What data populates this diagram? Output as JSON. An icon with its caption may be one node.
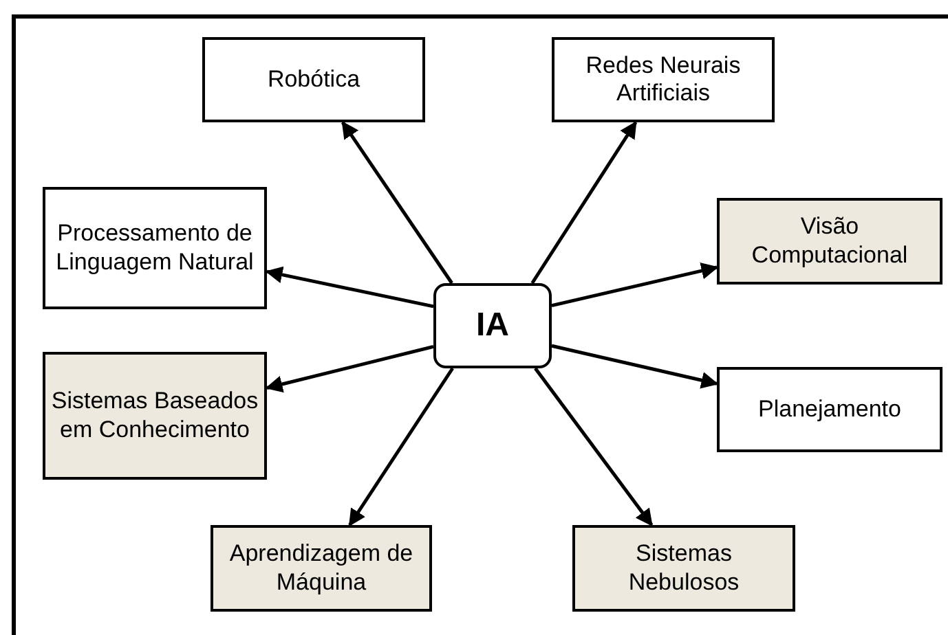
{
  "diagram": {
    "nodes": [
      {
        "text": [
          "Robótica"
        ]
      },
      {
        "text": [
          "Redes Neurais Artificiais"
        ]
      },
      {
        "text": [
          "Processamento de Linguagem Natural"
        ]
      },
      {
        "text": [
          "Visão Computacional"
        ]
      },
      {
        "text": [
          "IA"
        ]
      },
      {
        "text": [
          "Sistemas Baseados em Conhecimento"
        ]
      },
      {
        "text": [
          "Planejamento"
        ]
      },
      {
        "text": [
          "Aprendizagem de Máquina"
        ]
      },
      {
        "text": [
          "Sistemas Nebulosos"
        ]
      }
    ],
    "edges": [
      {
        "from": 4,
        "to": 0,
        "arrow": "to"
      },
      {
        "from": 4,
        "to": 1,
        "arrow": "to"
      },
      {
        "from": 4,
        "to": 2,
        "arrow": "to"
      },
      {
        "from": 4,
        "to": 3,
        "arrow": "to"
      },
      {
        "from": 4,
        "to": 5,
        "arrow": "to"
      },
      {
        "from": 4,
        "to": 6,
        "arrow": "to"
      },
      {
        "from": 4,
        "to": 7,
        "arrow": "to"
      },
      {
        "from": 4,
        "to": 8,
        "arrow": "to"
      }
    ]
  }
}
